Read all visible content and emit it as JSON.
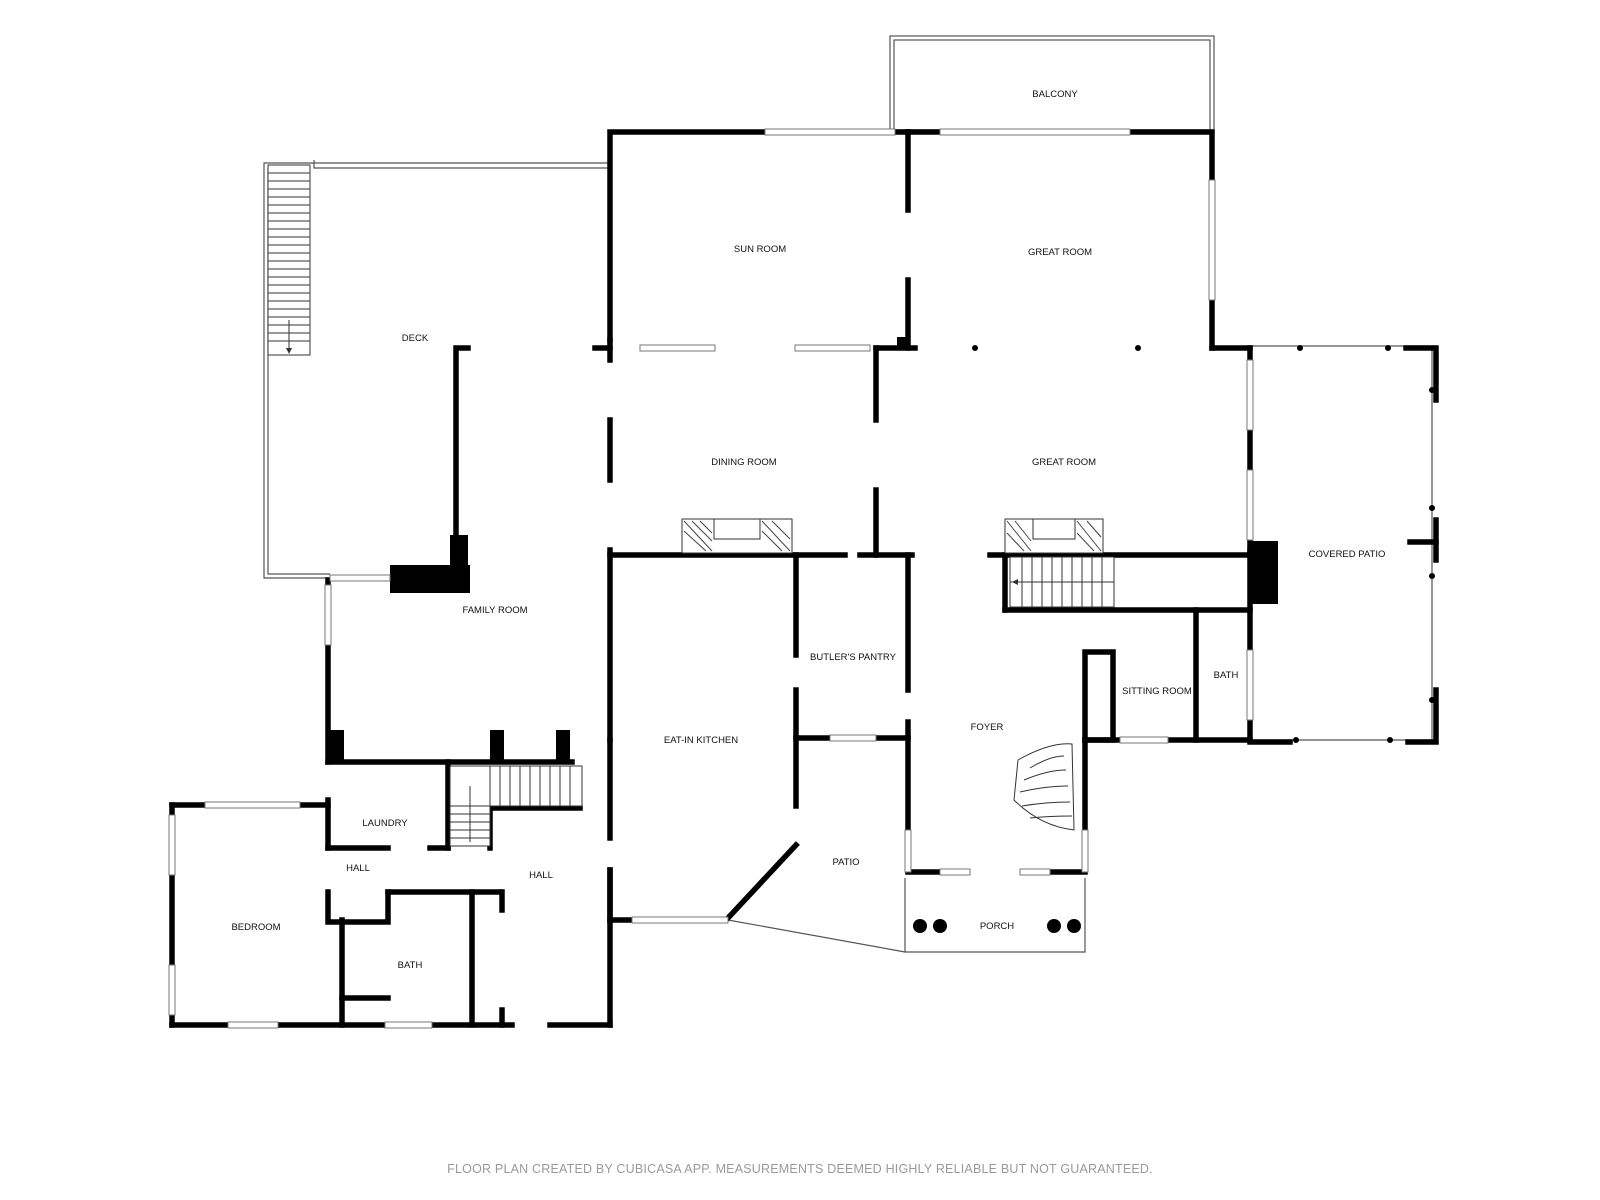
{
  "rooms": {
    "balcony": "BALCONY",
    "sun_room": "SUN ROOM",
    "great_room_upper": "GREAT ROOM",
    "deck": "DECK",
    "dining_room": "DINING ROOM",
    "great_room_lower": "GREAT ROOM",
    "covered_patio": "COVERED PATIO",
    "family_room": "FAMILY ROOM",
    "butlers_pantry": "BUTLER'S PANTRY",
    "eat_in_kitchen": "EAT-IN KITCHEN",
    "sitting_room": "SITTING ROOM",
    "bath_right": "BATH",
    "foyer": "FOYER",
    "laundry": "LAUNDRY",
    "patio": "PATIO",
    "hall_small": "HALL",
    "hall": "HALL",
    "bedroom": "BEDROOM",
    "porch": "PORCH",
    "bath_left": "BATH"
  },
  "footer": "FLOOR PLAN CREATED BY CUBICASA APP. MEASUREMENTS DEEMED HIGHLY RELIABLE BUT NOT GUARANTEED."
}
